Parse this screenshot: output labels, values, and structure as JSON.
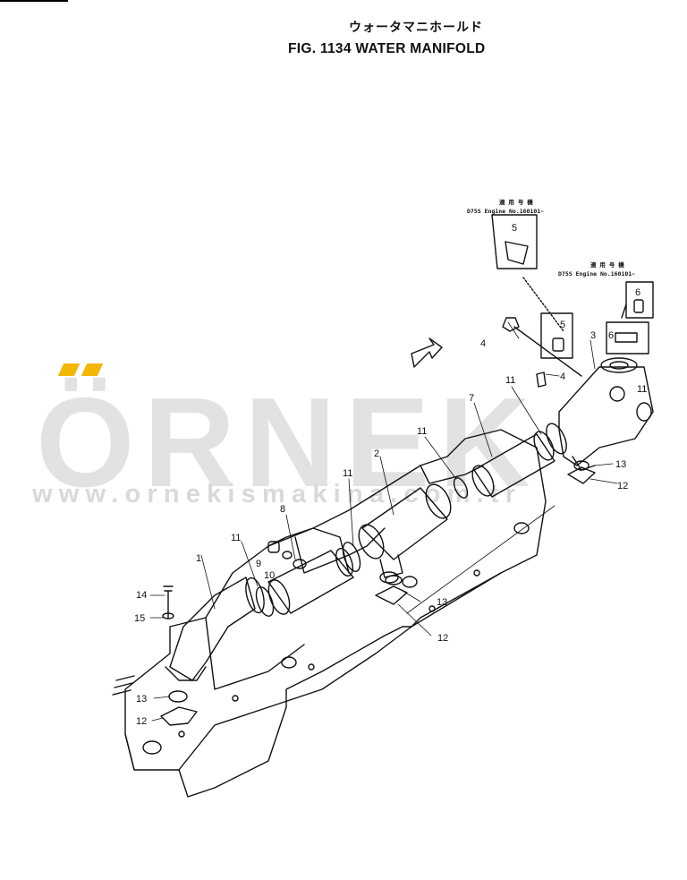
{
  "header": {
    "title_jp": "ウォータマニホールド",
    "title_en": "FIG. 1134  WATER MANIFOLD"
  },
  "watermark": {
    "brand": "ÖRNEK",
    "url": "www.ornekismakina.com.tr",
    "accent_color": "#f2b705",
    "text_color": "#e0e0e0"
  },
  "notes": {
    "note1_line1": "適 用 号 機",
    "note1_line2": "D75S  Engine  No.160101~",
    "note2_line1": "適 用 号 機",
    "note2_line2": "D75S  Engine  No.160101~"
  },
  "callouts": [
    "1",
    "2",
    "3",
    "4",
    "4",
    "5",
    "5",
    "6",
    "6",
    "7",
    "8",
    "9",
    "10",
    "11",
    "11",
    "11",
    "11",
    "11",
    "12",
    "12",
    "12",
    "13",
    "13",
    "13",
    "14",
    "15"
  ]
}
